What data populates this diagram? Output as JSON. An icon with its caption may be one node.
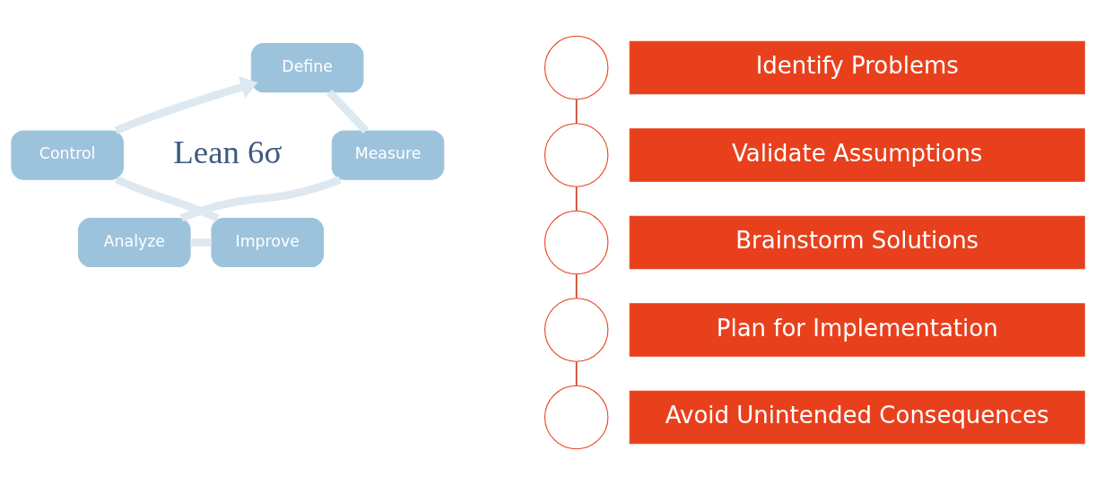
{
  "diagram": {
    "nodes": [
      {
        "text": [
          "Define"
        ]
      },
      {
        "text": [
          "Measure"
        ]
      },
      {
        "text": [
          "Analyze"
        ]
      },
      {
        "text": [
          "Improve"
        ]
      },
      {
        "text": [
          "Control"
        ]
      },
      {
        "text": [],
        "shape": "circle"
      },
      {
        "text": [
          "Identify Problems"
        ]
      },
      {
        "text": [],
        "shape": "circle"
      },
      {
        "text": [
          "Validate Assumptions"
        ]
      },
      {
        "text": [],
        "shape": "circle"
      },
      {
        "text": [
          "Brainstorm Solutions"
        ]
      },
      {
        "text": [],
        "shape": "circle"
      },
      {
        "text": [
          "Plan for Implementation"
        ]
      },
      {
        "text": [],
        "shape": "circle"
      },
      {
        "text": [
          "Avoid Unintended Consequences"
        ]
      }
    ],
    "edges": [
      {
        "from": 0,
        "to": 1,
        "arrow": "none"
      },
      {
        "from": 1,
        "to": 2,
        "arrow": "none"
      },
      {
        "from": 2,
        "to": 3,
        "arrow": "none"
      },
      {
        "from": 3,
        "to": 4,
        "arrow": "none"
      },
      {
        "from": 4,
        "to": 0,
        "arrow": "to"
      },
      {
        "from": 5,
        "to": 7,
        "arrow": "none",
        "color": "#c8381a"
      },
      {
        "from": 7,
        "to": 9,
        "arrow": "none",
        "color": "#c8381a"
      },
      {
        "from": 9,
        "to": 11,
        "arrow": "none",
        "color": "#c8381a"
      },
      {
        "from": 11,
        "to": 13,
        "arrow": "none",
        "color": "#c8381a"
      }
    ],
    "labels": [
      "Lean 6σ"
    ]
  }
}
